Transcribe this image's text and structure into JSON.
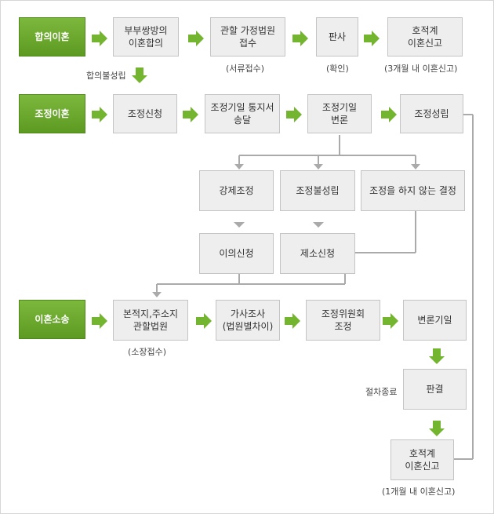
{
  "categories": {
    "agreement": "합의이혼",
    "mediation": "조정이혼",
    "litigation": "이혼소송"
  },
  "agreement_steps": {
    "couple_consult": "부부쌍방의\n이혼합의",
    "court_filing": "관할 가정법원\n접수",
    "judge": "판사",
    "registry_report": "호적계\n이혼신고"
  },
  "agreement_notes": {
    "filing": "(서류접수)",
    "confirm": "(확인)",
    "report_deadline": "(3개월 내 이혼신고)",
    "failed": "합의불성립"
  },
  "mediation_steps": {
    "apply": "조정신청",
    "notice": "조정기일 통지서\n송달",
    "hearing": "조정기일\n변론",
    "success": "조정성립"
  },
  "mediation_outcomes": {
    "forced": "강제조정",
    "failed": "조정불성립",
    "no_decision": "조정을 하지 않는 결정",
    "objection": "이의신청",
    "lawsuit": "제소신청"
  },
  "litigation_steps": {
    "court": "본적지,주소지\n관할법원",
    "investigation": "가사조사\n(법원별차이)",
    "committee": "조정위원회\n조정",
    "argument": "변론기일",
    "ruling": "판결",
    "registry_report": "호적계\n이혼신고"
  },
  "litigation_notes": {
    "filing": "(소장접수)",
    "end": "절차종료",
    "report_deadline": "(1개월 내 이혼신고)"
  },
  "colors": {
    "category_green": "#6aa82e",
    "arrow_green": "#73b52f",
    "box_fill": "#eeeeee",
    "box_border": "#c4c4c4",
    "connector_gray": "#aaaaaa"
  }
}
